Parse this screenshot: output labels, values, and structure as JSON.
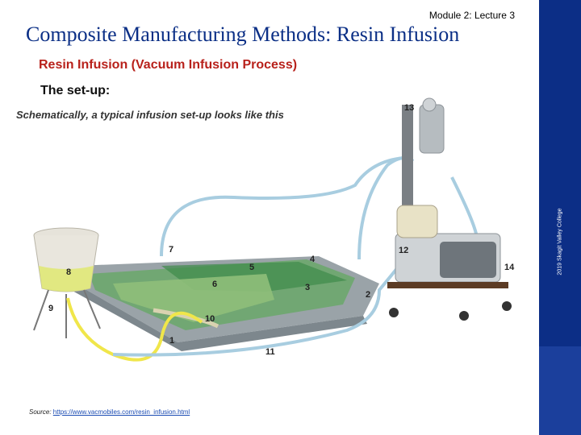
{
  "header": {
    "module": "Module 2: Lecture 3",
    "title": "Composite Manufacturing Methods: Resin Infusion"
  },
  "content": {
    "subtitle": "Resin Infusion (Vacuum Infusion Process)",
    "setup_label": "The set-up:",
    "caption": "Schematically, a typical infusion set-up looks like this"
  },
  "figure": {
    "labels": [
      "1",
      "2",
      "3",
      "4",
      "5",
      "6",
      "7",
      "8",
      "9",
      "10",
      "11",
      "12",
      "13",
      "14"
    ]
  },
  "source": {
    "prefix": "Source: ",
    "link": "https://www.vacmobiles.com/resin_infusion.html"
  },
  "sidebar": {
    "text": "2019 Skagit Valley College",
    "color": "#0c2e86"
  }
}
